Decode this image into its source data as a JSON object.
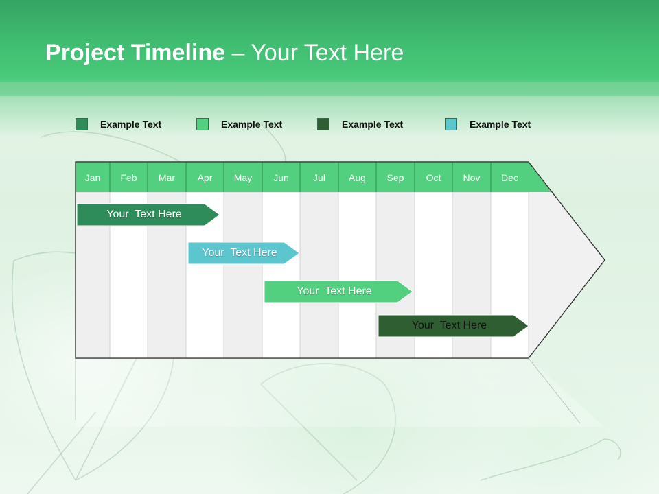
{
  "title": {
    "bold": "Project Timeline",
    "rest": " – Your Text Here"
  },
  "legend": [
    {
      "label": "Example Text",
      "color": "#2e8b5a"
    },
    {
      "label": "Example Text",
      "color": "#52d07f"
    },
    {
      "label": "Example Text",
      "color": "#2f5e32"
    },
    {
      "label": "Example Text",
      "color": "#5cc6cf"
    }
  ],
  "months": [
    "Jan",
    "Feb",
    "Mar",
    "Apr",
    "May",
    "Jun",
    "Jul",
    "Aug",
    "Sep",
    "Oct",
    "Nov",
    "Dec"
  ],
  "tasks": [
    {
      "label": "Your  Text Here",
      "color": "#2e8b5a"
    },
    {
      "label": "Your  Text Here",
      "color": "#5cc6cf"
    },
    {
      "label": "Your  Text Here",
      "color": "#52d07f"
    },
    {
      "label": "Your  Text Here",
      "color": "#2f5e32"
    }
  ],
  "colors": {
    "header": "#40bd71",
    "month_band": "#52d07f",
    "column_shade": "#efefef"
  }
}
